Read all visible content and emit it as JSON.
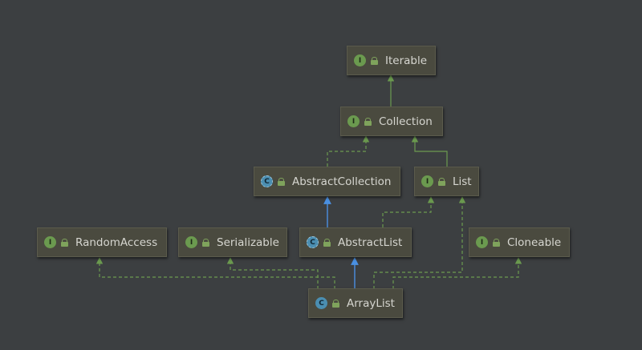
{
  "diagram": {
    "nodes": {
      "iterable": {
        "label": "Iterable",
        "kind": "interface",
        "kind_letter": "I"
      },
      "collection": {
        "label": "Collection",
        "kind": "interface",
        "kind_letter": "I"
      },
      "abstract_collection": {
        "label": "AbstractCollection",
        "kind": "abstract",
        "kind_letter": "C"
      },
      "list": {
        "label": "List",
        "kind": "interface",
        "kind_letter": "I"
      },
      "random_access": {
        "label": "RandomAccess",
        "kind": "interface",
        "kind_letter": "I"
      },
      "serializable": {
        "label": "Serializable",
        "kind": "interface",
        "kind_letter": "I"
      },
      "abstract_list": {
        "label": "AbstractList",
        "kind": "abstract",
        "kind_letter": "C"
      },
      "cloneable": {
        "label": "Cloneable",
        "kind": "interface",
        "kind_letter": "I"
      },
      "array_list": {
        "label": "ArrayList",
        "kind": "class",
        "kind_letter": "C"
      }
    },
    "edges": [
      {
        "from": "collection",
        "to": "iterable",
        "type": "extends-interface"
      },
      {
        "from": "list",
        "to": "collection",
        "type": "extends-interface"
      },
      {
        "from": "abstract_collection",
        "to": "collection",
        "type": "implements"
      },
      {
        "from": "abstract_list",
        "to": "abstract_collection",
        "type": "extends-class"
      },
      {
        "from": "abstract_list",
        "to": "list",
        "type": "implements"
      },
      {
        "from": "array_list",
        "to": "abstract_list",
        "type": "extends-class"
      },
      {
        "from": "array_list",
        "to": "random_access",
        "type": "implements"
      },
      {
        "from": "array_list",
        "to": "serializable",
        "type": "implements"
      },
      {
        "from": "array_list",
        "to": "list",
        "type": "implements"
      },
      {
        "from": "array_list",
        "to": "cloneable",
        "type": "implements"
      }
    ],
    "colors": {
      "background": "#3c3f41",
      "implements_edge": "#6b9a4f",
      "extends_interface_edge": "#6b9a4f",
      "extends_class_edge": "#4a90e2",
      "interface_badge": "#6b9a4f",
      "class_badge": "#4b8eb1"
    }
  }
}
